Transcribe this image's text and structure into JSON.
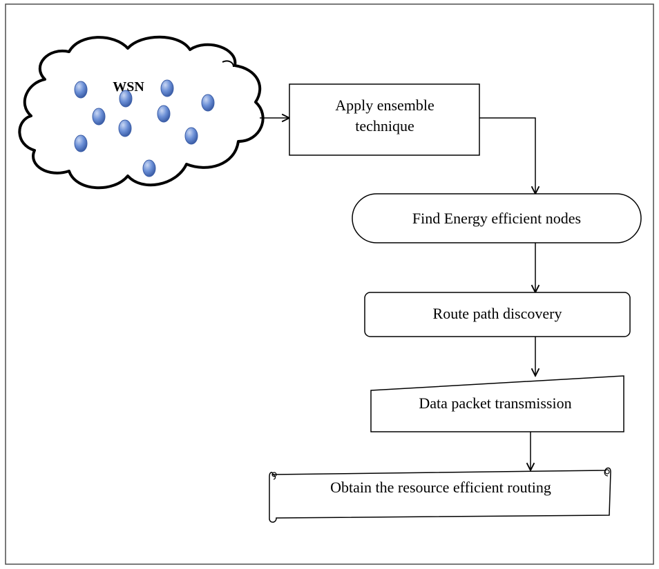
{
  "diagram": {
    "cloud_label": "WSN",
    "steps": {
      "ensemble": [
        "Apply ensemble",
        "technique"
      ],
      "energy": "Find Energy efficient nodes",
      "route": "Route path discovery",
      "transmission": "Data packet transmission",
      "obtain": "Obtain the resource efficient routing"
    },
    "colors": {
      "node_fill": "#6b8fd6",
      "node_stroke": "#3d5fa8",
      "stroke": "#000000",
      "frame": "#4d4d4d"
    }
  }
}
